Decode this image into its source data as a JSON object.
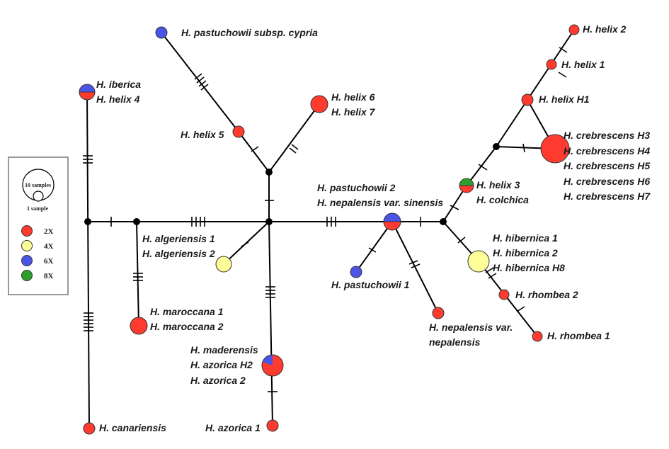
{
  "legend": {
    "size_scale_large": "10 samples",
    "size_scale_small": "1 sample",
    "ploidy": [
      {
        "label": "2X",
        "color": "#ff3b30"
      },
      {
        "label": "4X",
        "color": "#ffff99"
      },
      {
        "label": "6X",
        "color": "#4a55e8"
      },
      {
        "label": "8X",
        "color": "#2ca02c"
      }
    ]
  },
  "labels": {
    "pastuchowii_cypria": "H. pastuchowii subsp. cypria",
    "iberica": "H. iberica",
    "helix4": "H. helix 4",
    "helix5": "H. helix 5",
    "helix6": "H. helix 6",
    "helix7": "H. helix 7",
    "helix2": "H. helix 2",
    "helix1": "H. helix 1",
    "helixH1": "H. helix H1",
    "crebrescens": [
      "H. crebrescens H3",
      "H. crebrescens H4",
      "H. crebrescens H5",
      "H. crebrescens H6",
      "H. crebrescens H7"
    ],
    "helix3": "H. helix 3",
    "colchica": "H. colchica",
    "pastuchowii2": "H. pastuchowii 2",
    "nepalensis_sinensis": "H. nepalensis var. sinensis",
    "algeriensis1": "H. algeriensis 1",
    "algeriensis2": "H. algeriensis 2",
    "hibernica1": "H. hibernica 1",
    "hibernica2": "H. hibernica 2",
    "hibernicaH8": "H. hibernica H8",
    "pastuchowii1": "H. pastuchowii 1",
    "rhombea2": "H. rhombea 2",
    "maroccana1": "H. maroccana 1",
    "maroccana2": "H. maroccana 2",
    "nepalensis_nepalensis_1": "H. nepalensis var.",
    "nepalensis_nepalensis_2": "nepalensis",
    "rhombea1": "H. rhombea 1",
    "maderensis": "H. maderensis",
    "azoricaH2": "H. azorica H2",
    "azorica2": "H. azorica 2",
    "canariensis": "H. canariensis",
    "azorica1": "H. azorica 1"
  }
}
